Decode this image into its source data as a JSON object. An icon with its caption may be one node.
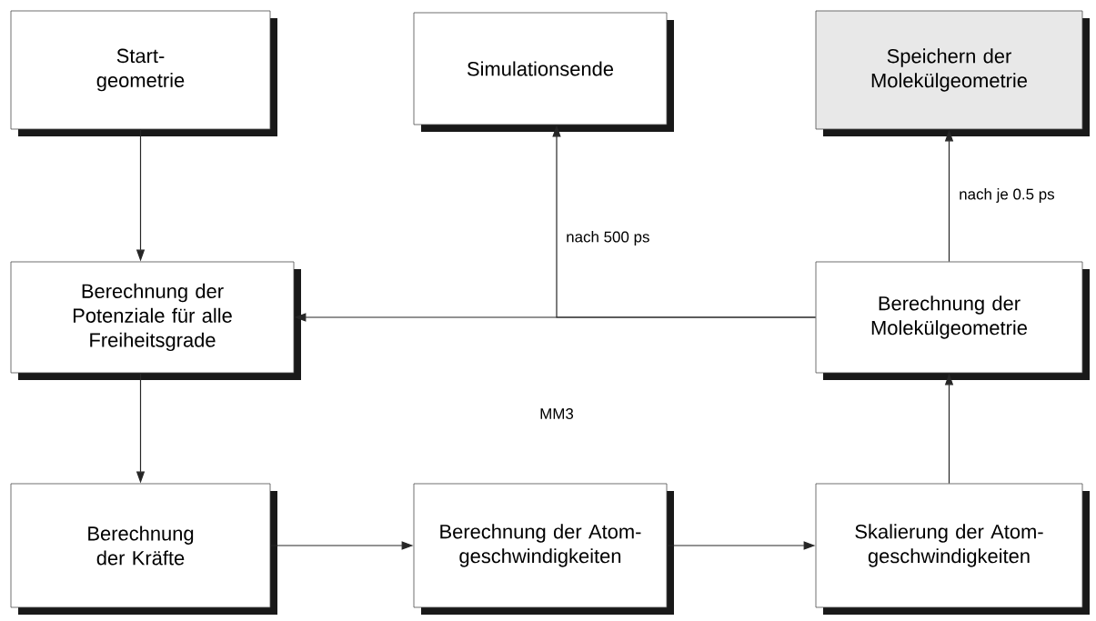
{
  "diagram": {
    "nodes": [
      {
        "text": [
          "Start- geometrie"
        ]
      },
      {
        "text": [
          "Simulationsende"
        ]
      },
      {
        "text": [
          "Speichern der Molekülgeometrie"
        ]
      },
      {
        "text": [
          "Berechnung der Potenziale für alle Freiheitsgrade"
        ]
      },
      {
        "text": [
          "Berechnung der Molekülgeometrie"
        ]
      },
      {
        "text": [
          "Berechnung der Kräfte"
        ]
      },
      {
        "text": [
          "Berechnung der Atom- geschwindigkeiten"
        ]
      },
      {
        "text": [
          "Skalierung der Atom- geschwindigkeiten"
        ]
      }
    ],
    "edges": [
      {
        "from": 0,
        "to": 3,
        "arrow": "to"
      },
      {
        "from": 3,
        "to": 5,
        "arrow": "to"
      },
      {
        "from": 5,
        "to": 6,
        "arrow": "to"
      },
      {
        "from": 6,
        "to": 7,
        "arrow": "to"
      },
      {
        "from": 7,
        "to": 4,
        "arrow": "to"
      },
      {
        "from": 4,
        "to": 3,
        "arrow": "to"
      },
      {
        "from": 4,
        "to": 1,
        "arrow": "to",
        "label": "nach 500 ps"
      },
      {
        "from": 4,
        "to": 2,
        "arrow": "to",
        "label": "nach je 0.5 ps"
      }
    ],
    "labels": [
      "MM3"
    ]
  }
}
